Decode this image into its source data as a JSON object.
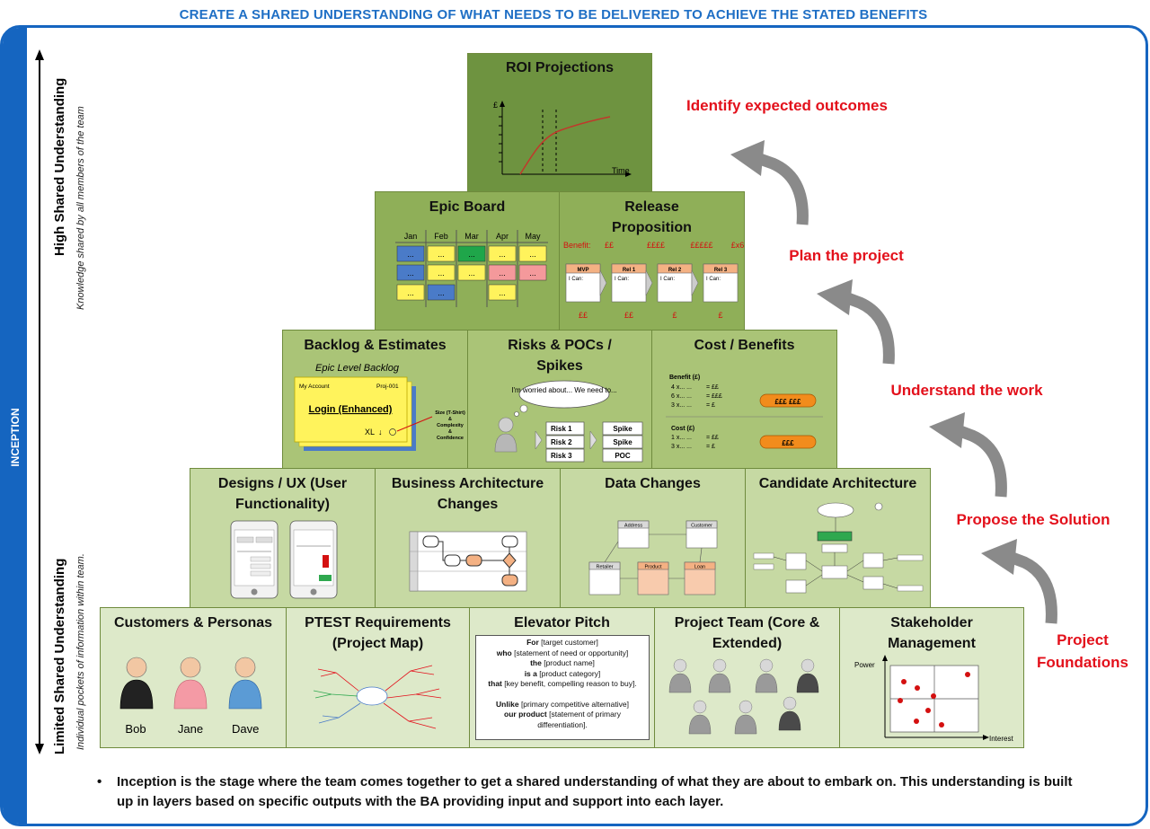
{
  "title": "CREATE A SHARED UNDERSTANDING OF WHAT NEEDS TO BE DELIVERED TO ACHIEVE THE STATED BENEFITS",
  "side_label": "INCEPTION",
  "axis": {
    "high": "High Shared Understanding",
    "high_sub": "Knowledge shared by all members of the team",
    "low": "Limited Shared Understanding",
    "low_sub": "Individual pockets of information within team."
  },
  "levels": [
    {
      "label": "Identify expected outcomes"
    },
    {
      "label": "Plan the project"
    },
    {
      "label": "Understand the work"
    },
    {
      "label": "Propose the Solution"
    },
    {
      "label": "Project Foundations"
    }
  ],
  "roi": {
    "title": "ROI Projections",
    "y_axis": "£",
    "x_axis": "Time"
  },
  "epic_board": {
    "title": "Epic Board",
    "months": [
      "Jan",
      "Feb",
      "Mar",
      "Apr",
      "May"
    ],
    "card_text": "..."
  },
  "release": {
    "title": "Release Proposition",
    "benefit_label": "Benefit:",
    "benefits": [
      "££",
      "££££",
      "£££££",
      "£x6"
    ],
    "releases": [
      "MVP",
      "Rel 1",
      "Rel 2",
      "Rel 3"
    ],
    "can_label": "I Can:",
    "costs": [
      "££",
      "££",
      "£",
      "£"
    ]
  },
  "backlog": {
    "title": "Backlog & Estimates",
    "subtitle": "Epic Level Backlog",
    "account": "My Account",
    "proj_id": "Proj-001",
    "story": "Login (Enhanced)",
    "size": "XL",
    "size_note": [
      "Size (T-Shirt)",
      "&",
      "Complexity",
      "&",
      "Confidence"
    ]
  },
  "risks": {
    "title": "Risks & POCs / Spikes",
    "bubble": "I'm worried about... We need to...",
    "risk_items": [
      "Risk 1",
      "Risk 2",
      "Risk 3"
    ],
    "spike_items": [
      "Spike",
      "Spike",
      "POC"
    ]
  },
  "cost": {
    "title": "Cost / Benefits",
    "benefit_heading": "Benefit (£)",
    "benefit_rows": [
      [
        "4 x... ...",
        "= ££"
      ],
      [
        "6 x... ...",
        "= £££"
      ],
      [
        "3 x... ...",
        "= £"
      ]
    ],
    "benefit_total": "£££ £££",
    "cost_heading": "Cost (£)",
    "cost_rows": [
      [
        "1 x... ...",
        "= ££"
      ],
      [
        "3 x... ...",
        "= £"
      ]
    ],
    "cost_total": "£££"
  },
  "designs": {
    "title": "Designs / UX (User Functionality)"
  },
  "business_arch": {
    "title": "Business Architecture Changes"
  },
  "data_changes": {
    "title": "Data Changes",
    "entities": [
      "Address",
      "Customer",
      "Retailer",
      "Product",
      "Loan"
    ]
  },
  "candidate_arch": {
    "title": "Candidate Architecture"
  },
  "personas": {
    "title": "Customers & Personas",
    "names": [
      "Bob",
      "Jane",
      "Dave"
    ]
  },
  "ptest": {
    "title": "PTEST Requirements (Project Map)"
  },
  "elevator": {
    "title": "Elevator Pitch",
    "lines": [
      {
        "b": "For",
        "t": "[target customer]"
      },
      {
        "b": "who",
        "t": "[statement of need or opportunity]"
      },
      {
        "b": "the",
        "t": "[product name]"
      },
      {
        "b": "is a",
        "t": "[product category]"
      },
      {
        "b": "that",
        "t": "[key benefit, compelling reason to buy]."
      },
      {
        "b": "",
        "t": ""
      },
      {
        "b": "Unlike",
        "t": "[primary competitive alternative]"
      },
      {
        "b": "our product",
        "t": "[statement of primary"
      },
      {
        "b": "",
        "t": "differentiation]."
      }
    ]
  },
  "team": {
    "title": "Project Team (Core & Extended)"
  },
  "stakeholder": {
    "title": "Stakeholder Management",
    "y_axis": "Power",
    "x_axis": "Interest"
  },
  "footer": "Inception is the stage where the team comes together to get a shared understanding of what they are about to embark on. This understanding is built up in layers based on specific outputs with the BA providing input and support into each layer.",
  "colors": {
    "accent": "#1565c0",
    "red": "#e3101b",
    "title_blue": "#1f6fc5"
  }
}
